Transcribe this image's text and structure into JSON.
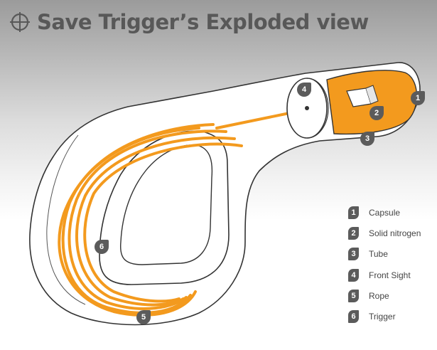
{
  "title": "Save Trigger’s  Exploded view",
  "header_icon": "crosshair-icon",
  "colors": {
    "orange": "#f39a1e",
    "badge": "#5b5b5b",
    "title": "#585858",
    "outline": "#333333"
  },
  "legend": [
    {
      "num": "1",
      "label": "Capsule"
    },
    {
      "num": "2",
      "label": "Solid nitrogen"
    },
    {
      "num": "3",
      "label": "Tube"
    },
    {
      "num": "4",
      "label": "Front Sight"
    },
    {
      "num": "5",
      "label": "Rope"
    },
    {
      "num": "6",
      "label": "Trigger"
    }
  ],
  "callouts": [
    "1",
    "2",
    "3",
    "4",
    "5",
    "6"
  ]
}
